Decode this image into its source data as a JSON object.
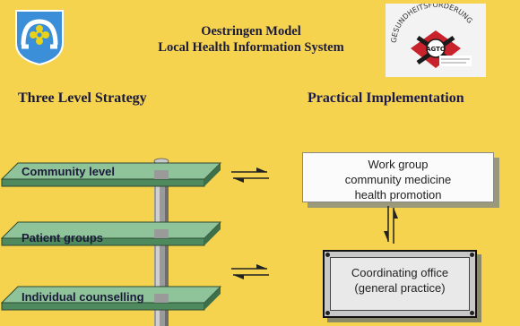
{
  "title_line1": "Oestringen Model",
  "title_line2": "Local Health Information System",
  "left_heading": "Three Level Strategy",
  "right_heading": "Practical Implementation",
  "levels": [
    "Community level",
    "Patient groups",
    "Individual counselling"
  ],
  "workgroup_box": {
    "line1": "Work group",
    "line2": "community medicine",
    "line3": "health promotion"
  },
  "office_box": {
    "line1": "Coordinating office",
    "line2": "(general practice)"
  },
  "logo_right_text": "GESUNDHEITSFÖRDERUNG",
  "logo_right_badge": "AGTO",
  "colors": {
    "background": "#f6d34e",
    "shelf": "#7fb08a",
    "pole": "#9a9a9a",
    "crest_blue": "#3a8fd8"
  }
}
